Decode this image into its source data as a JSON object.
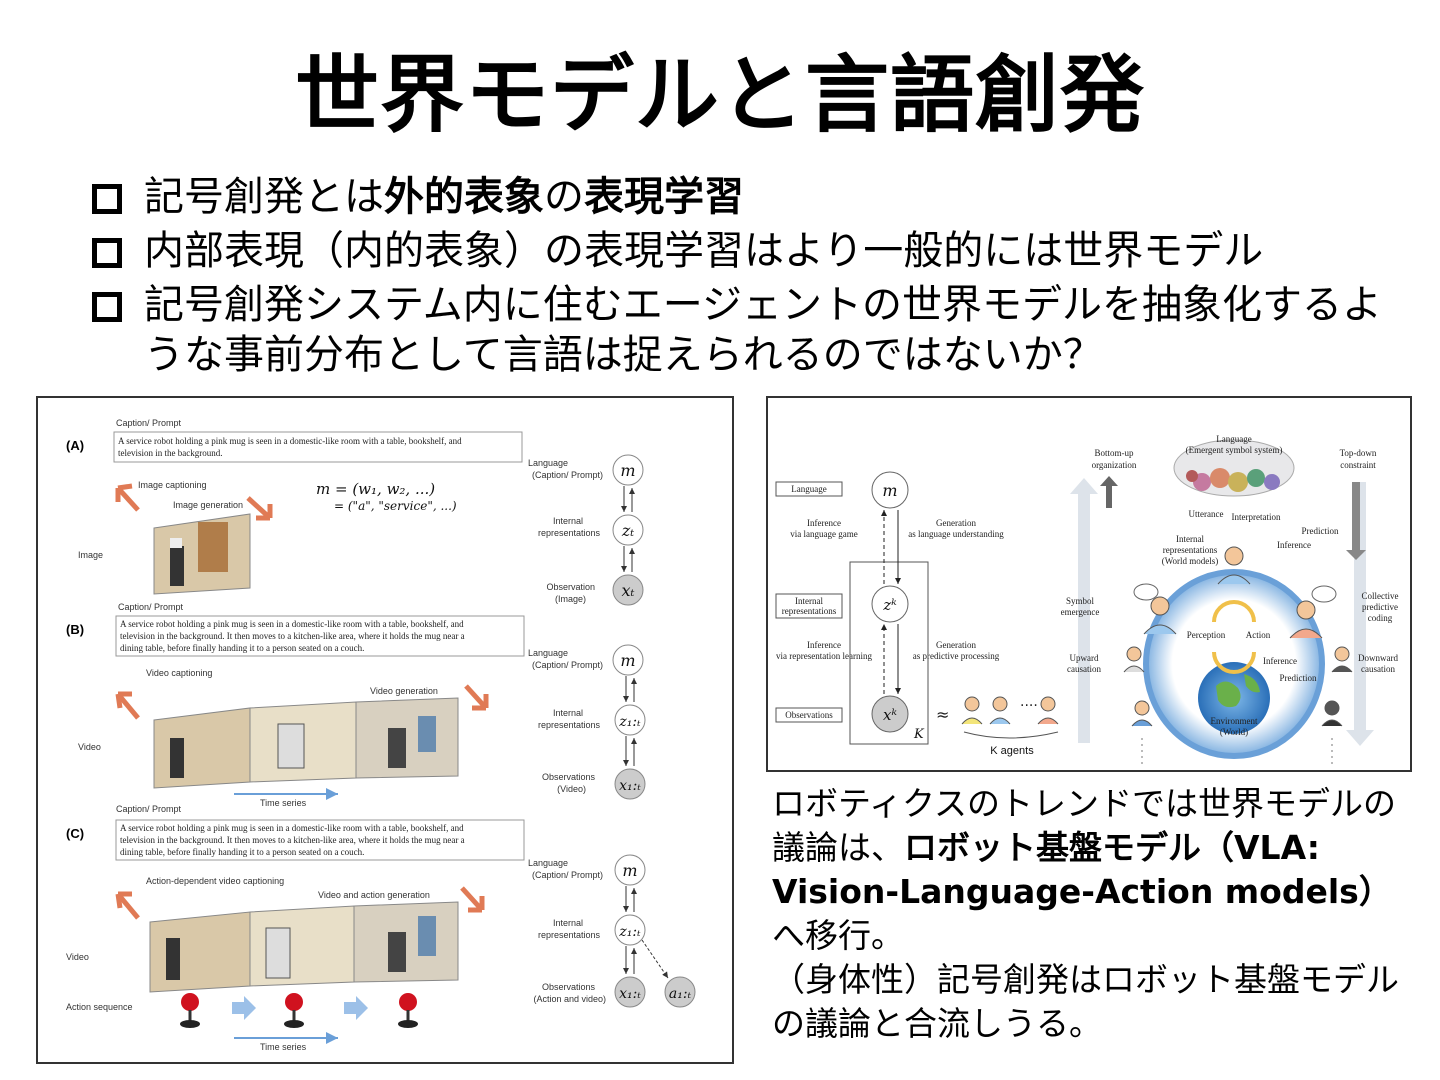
{
  "title": "世界モデルと言語創発",
  "bullets": [
    {
      "pre": "記号創発とは",
      "b1": "外的表象",
      "mid": "の",
      "b2": "表現学習",
      "post": ""
    },
    {
      "pre": "内部表現（内的表象）の表現学習はより一般的には世界モデル",
      "b1": "",
      "mid": "",
      "b2": "",
      "post": ""
    },
    {
      "pre": "記号創発システム内に住むエージェントの世界モデルを抽象化するような事前分布として言語は捉えられるのではないか？",
      "b1": "",
      "mid": "",
      "b2": "",
      "post": ""
    }
  ],
  "left_figure": {
    "panels": [
      {
        "label": "(A)",
        "caption_header": "Caption/ Prompt",
        "caption_text_1": "A service robot holding a pink mug is seen in a domestic-like room with a table, bookshelf, and",
        "caption_text_2": "television in the background.",
        "caption_text_3": "",
        "arrow_left": "Image captioning",
        "arrow_right": "Image generation",
        "row_label": "Image",
        "formula_1": "m = (w₁, w₂, ...)",
        "formula_2": "= (\"a\", \"service\", ...)",
        "node_labels": [
          "Language\n(Caption/ Prompt)",
          "Internal\nrepresentations",
          "Observation\n(Image)"
        ],
        "node_syms": [
          "m",
          "zₜ",
          "xₜ"
        ]
      },
      {
        "label": "(B)",
        "caption_header": "Caption/ Prompt",
        "caption_text_1": "A service robot holding a pink mug is seen in a domestic-like room with a table, bookshelf, and",
        "caption_text_2": "television in the background. It then moves to a kitchen-like area, where it holds the mug near a",
        "caption_text_3": "dining table, before finally handing it to a person seated on a couch.",
        "arrow_left": "Video captioning",
        "arrow_right": "Video generation",
        "row_label": "Video",
        "time_label": "Time series",
        "node_labels": [
          "Language\n(Caption/ Prompt)",
          "Internal\nrepresentations",
          "Observations\n(Video)"
        ],
        "node_syms": [
          "m",
          "z₁:ₜ",
          "x₁:ₜ"
        ]
      },
      {
        "label": "(C)",
        "caption_header": "Caption/ Prompt",
        "caption_text_1": "A service robot holding a pink mug is seen in a domestic-like room with a table, bookshelf, and",
        "caption_text_2": "television in the background. It then moves to a kitchen-like area, where it holds the mug near a",
        "caption_text_3": "dining table, before finally handing it to a person seated on a couch.",
        "arrow_left": "Action-dependent video captioning",
        "arrow_right": "Video and action generation",
        "row_label": "Video",
        "row_label_2": "Action sequence",
        "time_label": "Time series",
        "node_labels": [
          "Language\n(Caption/ Prompt)",
          "Internal\nrepresentations",
          "Observations\n(Action and video)"
        ],
        "node_syms": [
          "m",
          "z₁:ₜ",
          "x₁:ₜ",
          "a₁:ₜ"
        ]
      }
    ]
  },
  "right_figure": {
    "boxes": [
      "Language",
      "Internal\nrepresentations",
      "Observations"
    ],
    "nodes": [
      "m",
      "zᵏ",
      "xᵏ"
    ],
    "plate_label": "K",
    "approx": "≈",
    "agents_label": "K agents",
    "side_texts": {
      "inf1": "Inference\nvia language game",
      "gen1": "Generation\nas language understanding",
      "inf2": "Inference\nvia representation learning",
      "gen2": "Generation\nas predictive processing"
    },
    "sys_texts": {
      "bottom_up": "Bottom-up\norganization",
      "top_down": "Top-down\nconstraint",
      "language": "Language\n(Emergent symbol system)",
      "utterance": "Utterance",
      "interpretation": "Interpretation",
      "prediction1": "Prediction",
      "inference1": "Inference",
      "internal": "Internal\nrepresentations\n(World models)",
      "symbol_emergence": "Symbol\nemergence",
      "collective": "Collective\npredictive\ncoding",
      "perception": "Perception",
      "action": "Action",
      "upward": "Upward\ncausation",
      "downward": "Downward\ncausation",
      "inference2": "Inference",
      "prediction2": "Prediction",
      "environment": "Environment\n(World)"
    }
  },
  "caption": {
    "line1": "ロボティクスのトレンドでは世界モデルの議論は、",
    "bold1": "ロボット基盤モデル（VLA: Vision-Language-Action models）",
    "line2": "へ移行。",
    "line3": "（身体性）記号創発はロボット基盤モデルの議論と合流しうる。"
  }
}
